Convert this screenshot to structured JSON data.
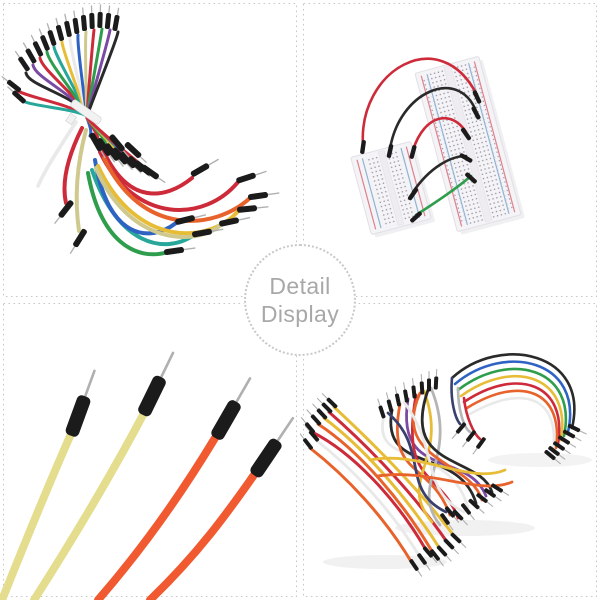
{
  "badge": {
    "line1": "Detail",
    "line2": "Display"
  },
  "photos": [
    {
      "position": "top-left",
      "subject": "jumper-wire-bundle-with-cable-tie"
    },
    {
      "position": "top-right",
      "subject": "two-breadboards-connected-with-jumper-wires"
    },
    {
      "position": "bottom-left",
      "subject": "male-pin-wire-tips-closeup"
    },
    {
      "position": "bottom-right",
      "subject": "three-jumper-wire-sets"
    }
  ],
  "palette": {
    "red": "#cd2a3a",
    "orange": "#e8622b",
    "vermilion": "#f15a31",
    "yellow": "#e7bd38",
    "paleyellow": "#e4dd8e",
    "green": "#2f9e4c",
    "teal": "#27a79a",
    "blue": "#2e62c3",
    "purple": "#7b4aa2",
    "navy": "#39406e",
    "wireblack": "#2a2a2a",
    "wirewhite": "#e9e9e9",
    "wiregray": "#b5b5b5",
    "khaki": "#cfc98e",
    "connector": "#1b1b1b",
    "pin": "#b0b0b0",
    "tie": "#f2f2f2",
    "tieedge": "#d8d8d8",
    "boardbody": "#f4f3f6",
    "boardedge": "#e2dfe6",
    "boardshadow": "#e8e6eb",
    "railred": "#e0808f",
    "railblue": "#8fb3d6",
    "boarddot": "#958fa0",
    "channel": "#eeecf1",
    "dash": "#c8c8c8",
    "badgetext": "#a8a8a8",
    "background": "#ffffff"
  }
}
